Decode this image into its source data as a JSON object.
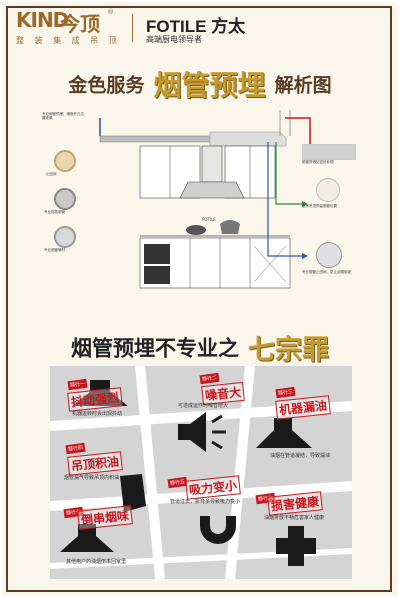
{
  "header": {
    "kind_logo": "KIND",
    "kind_cn": "今顶",
    "kind_reg": "®",
    "kind_sub": "整 装 集 成 吊 顶",
    "fotile_logo": "FOTILE 方太",
    "fotile_sub": "高端厨电领导者"
  },
  "title1": {
    "left": "金色服务",
    "highlight": "烟管预埋",
    "right": "解析图"
  },
  "diagram": {
    "note1": "专业烟管预埋，墙面开孔位置准确",
    "note2": "止回阀",
    "note3": "专业铝箔烟管",
    "note4": "专业烟管辅材",
    "note5": "烟管穿墙处密封处理",
    "note6": "厨房吊顶预留烟管位置",
    "note7": "专业烟管止回阀，防止油烟倒灌",
    "brand_mark": "FOTILE"
  },
  "title2": {
    "main": "烟管预埋不专业之",
    "highlight": "七宗罪"
  },
  "sins": [
    {
      "tag": "罪行一",
      "name": "抖动强烈",
      "desc": "机器运转时会出现抖动"
    },
    {
      "tag": "罪行二",
      "name": "噪音大",
      "desc": "可造成运作时噪音增大"
    },
    {
      "tag": "罪行三",
      "name": "机器漏油",
      "desc": "油烟在管道凝结，导致漏油"
    },
    {
      "tag": "罪行四",
      "name": "吊顶积油",
      "desc": "烟管漏气导致吊顶内积油"
    },
    {
      "tag": "罪行五",
      "name": "吸力变小",
      "desc": "管道过长，折弯多导致吸力变小"
    },
    {
      "tag": "罪行六",
      "name": "损害健康",
      "desc": "油烟排放不畅危害家人健康"
    },
    {
      "tag": "罪行七",
      "name": "倒串烟味",
      "desc": "其他用户的油烟倒串回家里"
    }
  ],
  "colors": {
    "brown": "#5a3c24",
    "gold": "#c79a2e",
    "red": "#c8161d",
    "panel_gray": "#d4d4d4"
  }
}
